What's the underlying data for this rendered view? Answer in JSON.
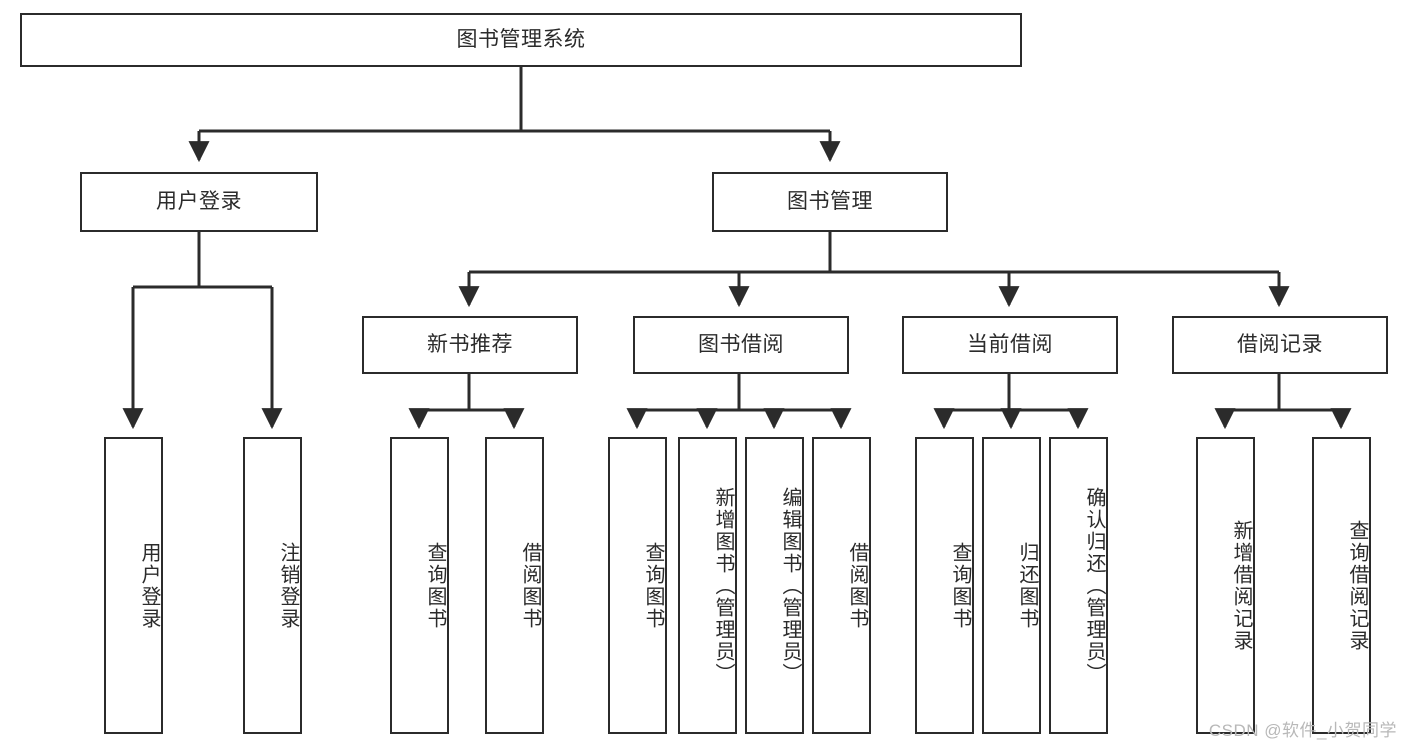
{
  "diagram": {
    "title": "图书管理系统",
    "type": "tree-hierarchy-diagram",
    "colors": {
      "stroke": "#2b2b2b",
      "fill": "#ffffff",
      "text": "#2b2b2b",
      "watermark": "#b8b8b8"
    },
    "root": {
      "label": "图书管理系统"
    },
    "level2": [
      {
        "label": "用户登录"
      },
      {
        "label": "图书管理"
      }
    ],
    "level3": [
      {
        "label": "新书推荐"
      },
      {
        "label": "图书借阅"
      },
      {
        "label": "当前借阅"
      },
      {
        "label": "借阅记录"
      }
    ],
    "leaves": {
      "user_login": [
        {
          "label": "用户登录"
        },
        {
          "label": "注销登录"
        }
      ],
      "new_book_recommend": [
        {
          "label": "查询图书"
        },
        {
          "label": "借阅图书"
        }
      ],
      "book_borrow": [
        {
          "label": "查询图书"
        },
        {
          "label": "新增图书（管理员）"
        },
        {
          "label": "编辑图书（管理员）"
        },
        {
          "label": "借阅图书"
        }
      ],
      "current_borrow": [
        {
          "label": "查询图书"
        },
        {
          "label": "归还图书"
        },
        {
          "label": "确认归还（管理员）"
        }
      ],
      "borrow_record": [
        {
          "label": "新增借阅记录"
        },
        {
          "label": "查询借阅记录"
        }
      ]
    }
  },
  "watermark": {
    "text": "CSDN @软件_小贺同学"
  }
}
